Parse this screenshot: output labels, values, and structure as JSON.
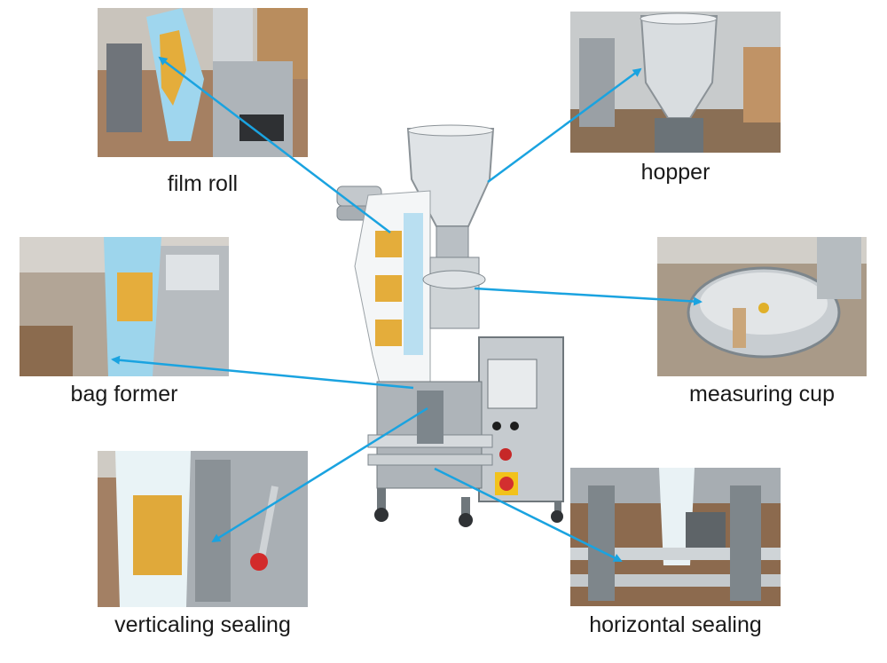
{
  "labels": {
    "film_roll": "film roll",
    "hopper": "hopper",
    "bag_former": "bag former",
    "measuring_cup": "measuring cup",
    "vertical_sealing": "verticaling sealing",
    "horizontal_sealing": "horizontal sealing"
  },
  "colors": {
    "arrow": "#1aa3e0",
    "steel_light": "#dfe3e6",
    "steel_mid": "#b9bfc4",
    "steel_dark": "#7d868c",
    "film_blue": "#8fd3ee",
    "film_yellow": "#e9b23a",
    "floor": "#9c7a5c"
  }
}
